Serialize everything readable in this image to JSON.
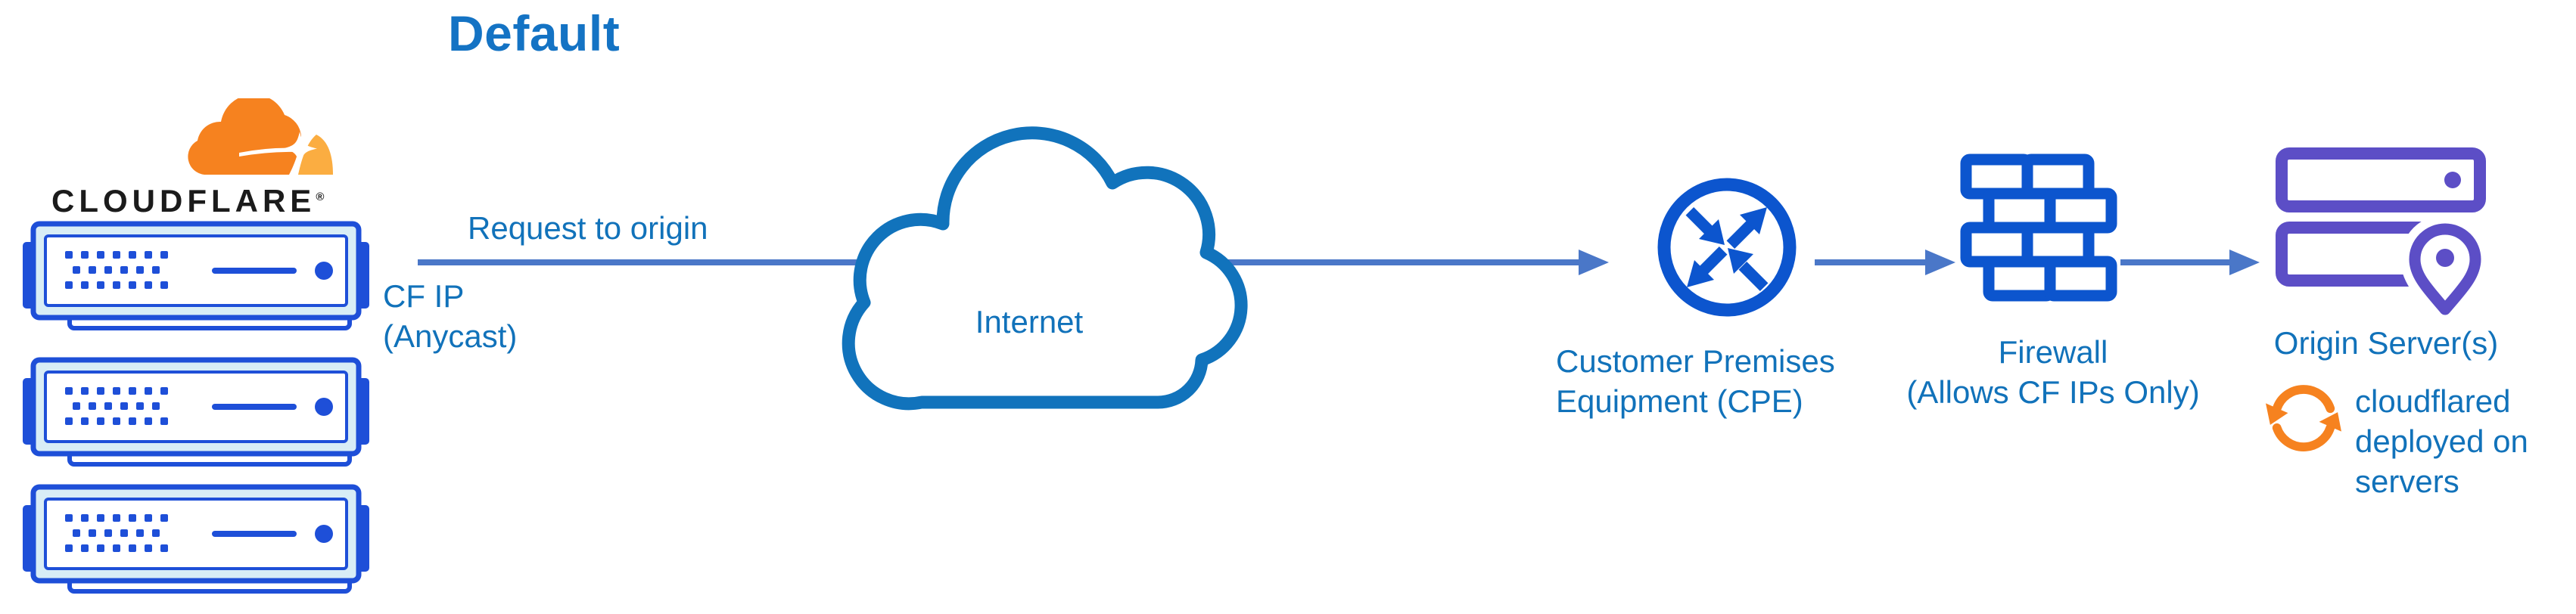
{
  "title": "Default",
  "cloudflare": {
    "wordmark": "CLOUDFLARE",
    "registered": "®"
  },
  "flow": {
    "request_label": "Request to origin",
    "cf_ip_line1": "CF IP",
    "cf_ip_line2": "(Anycast)"
  },
  "internet": {
    "label": "Internet"
  },
  "cpe": {
    "line1": "Customer Premises",
    "line2": "Equipment (CPE)"
  },
  "firewall": {
    "line1": "Firewall",
    "line2": "(Allows CF IPs Only)"
  },
  "origin": {
    "label": "Origin Server(s)",
    "note_line1": "cloudflared",
    "note_line2": "deployed on",
    "note_line3": "servers"
  },
  "icons": {
    "cloudflare_logo": "cloudflare-cloud-logo",
    "edge_servers": "server-rack",
    "internet": "cloud-outline",
    "cpe": "router-crossed-arrows",
    "firewall": "brick-wall",
    "origin_server": "server-stack-with-location-pin",
    "cloudflared": "sync-circular-arrows",
    "flow": "right-arrow"
  },
  "colors": {
    "title_blue": "#1473C4",
    "label_blue": "#1172BA",
    "line_blue": "#4A77C8",
    "icon_blue": "#0C55CE",
    "cloud_blue": "#1173BC",
    "server_blue": "#1E4FD8",
    "server_fill": "#D8EDF6",
    "purple": "#5C4EC6",
    "orange": "#F6821F",
    "orange_light": "#FBAD41",
    "wordmark_black": "#1B1B1B"
  }
}
